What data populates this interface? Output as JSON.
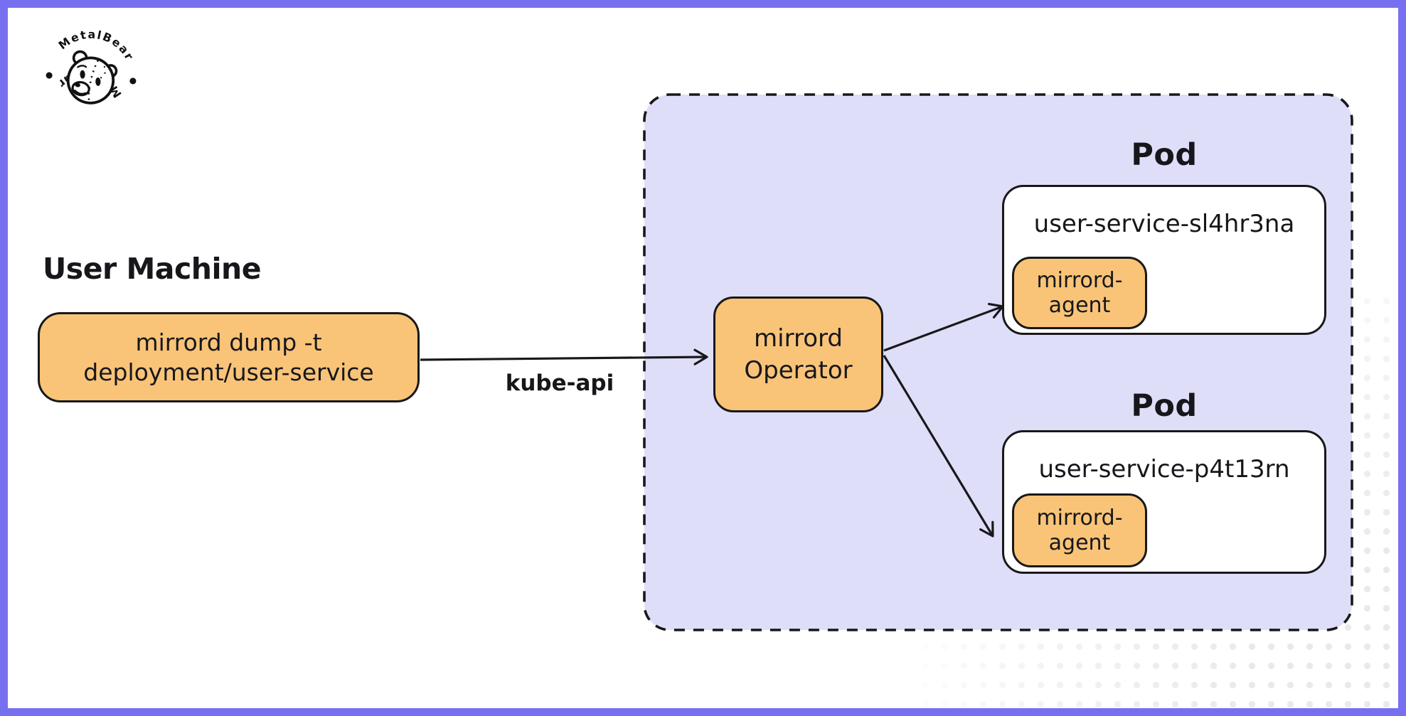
{
  "logo": {
    "arc_text_top": "MetalBear",
    "arc_text_bottom": "MetalBear"
  },
  "user_machine": {
    "title": "User Machine",
    "command_line1": "mirrord dump -t",
    "command_line2": "deployment/user-service"
  },
  "connection": {
    "label": "kube-api"
  },
  "cluster": {
    "operator": {
      "line1": "mirrord",
      "line2": "Operator"
    },
    "pods": [
      {
        "title": "Pod",
        "name": "user-service-sl4hr3na",
        "agent_line1": "mirrord-",
        "agent_line2": "agent"
      },
      {
        "title": "Pod",
        "name": "user-service-p4t13rn",
        "agent_line1": "mirrord-",
        "agent_line2": "agent"
      }
    ]
  },
  "colors": {
    "frame_purple": "#7670f0",
    "cluster_background": "#dfdef8",
    "accent_orange": "#f9c478",
    "stroke_black": "#18181b",
    "dot_pattern_gray": "#e9e9e9"
  }
}
